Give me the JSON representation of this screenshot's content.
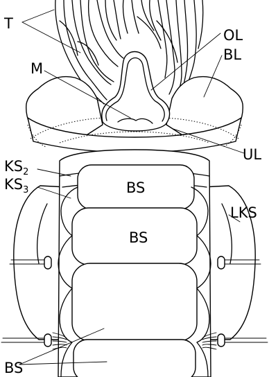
{
  "labels": {
    "T": "T",
    "M": "M",
    "OL": "OL",
    "BL": "BL",
    "UL": "UL",
    "KS2_base": "KS",
    "KS2_sub": "2",
    "KS3_base": "KS",
    "KS3_sub": "3",
    "LKS": "LKS",
    "BS_top": "BS",
    "BS_mid": "BS",
    "BS_bottom": "BS"
  }
}
